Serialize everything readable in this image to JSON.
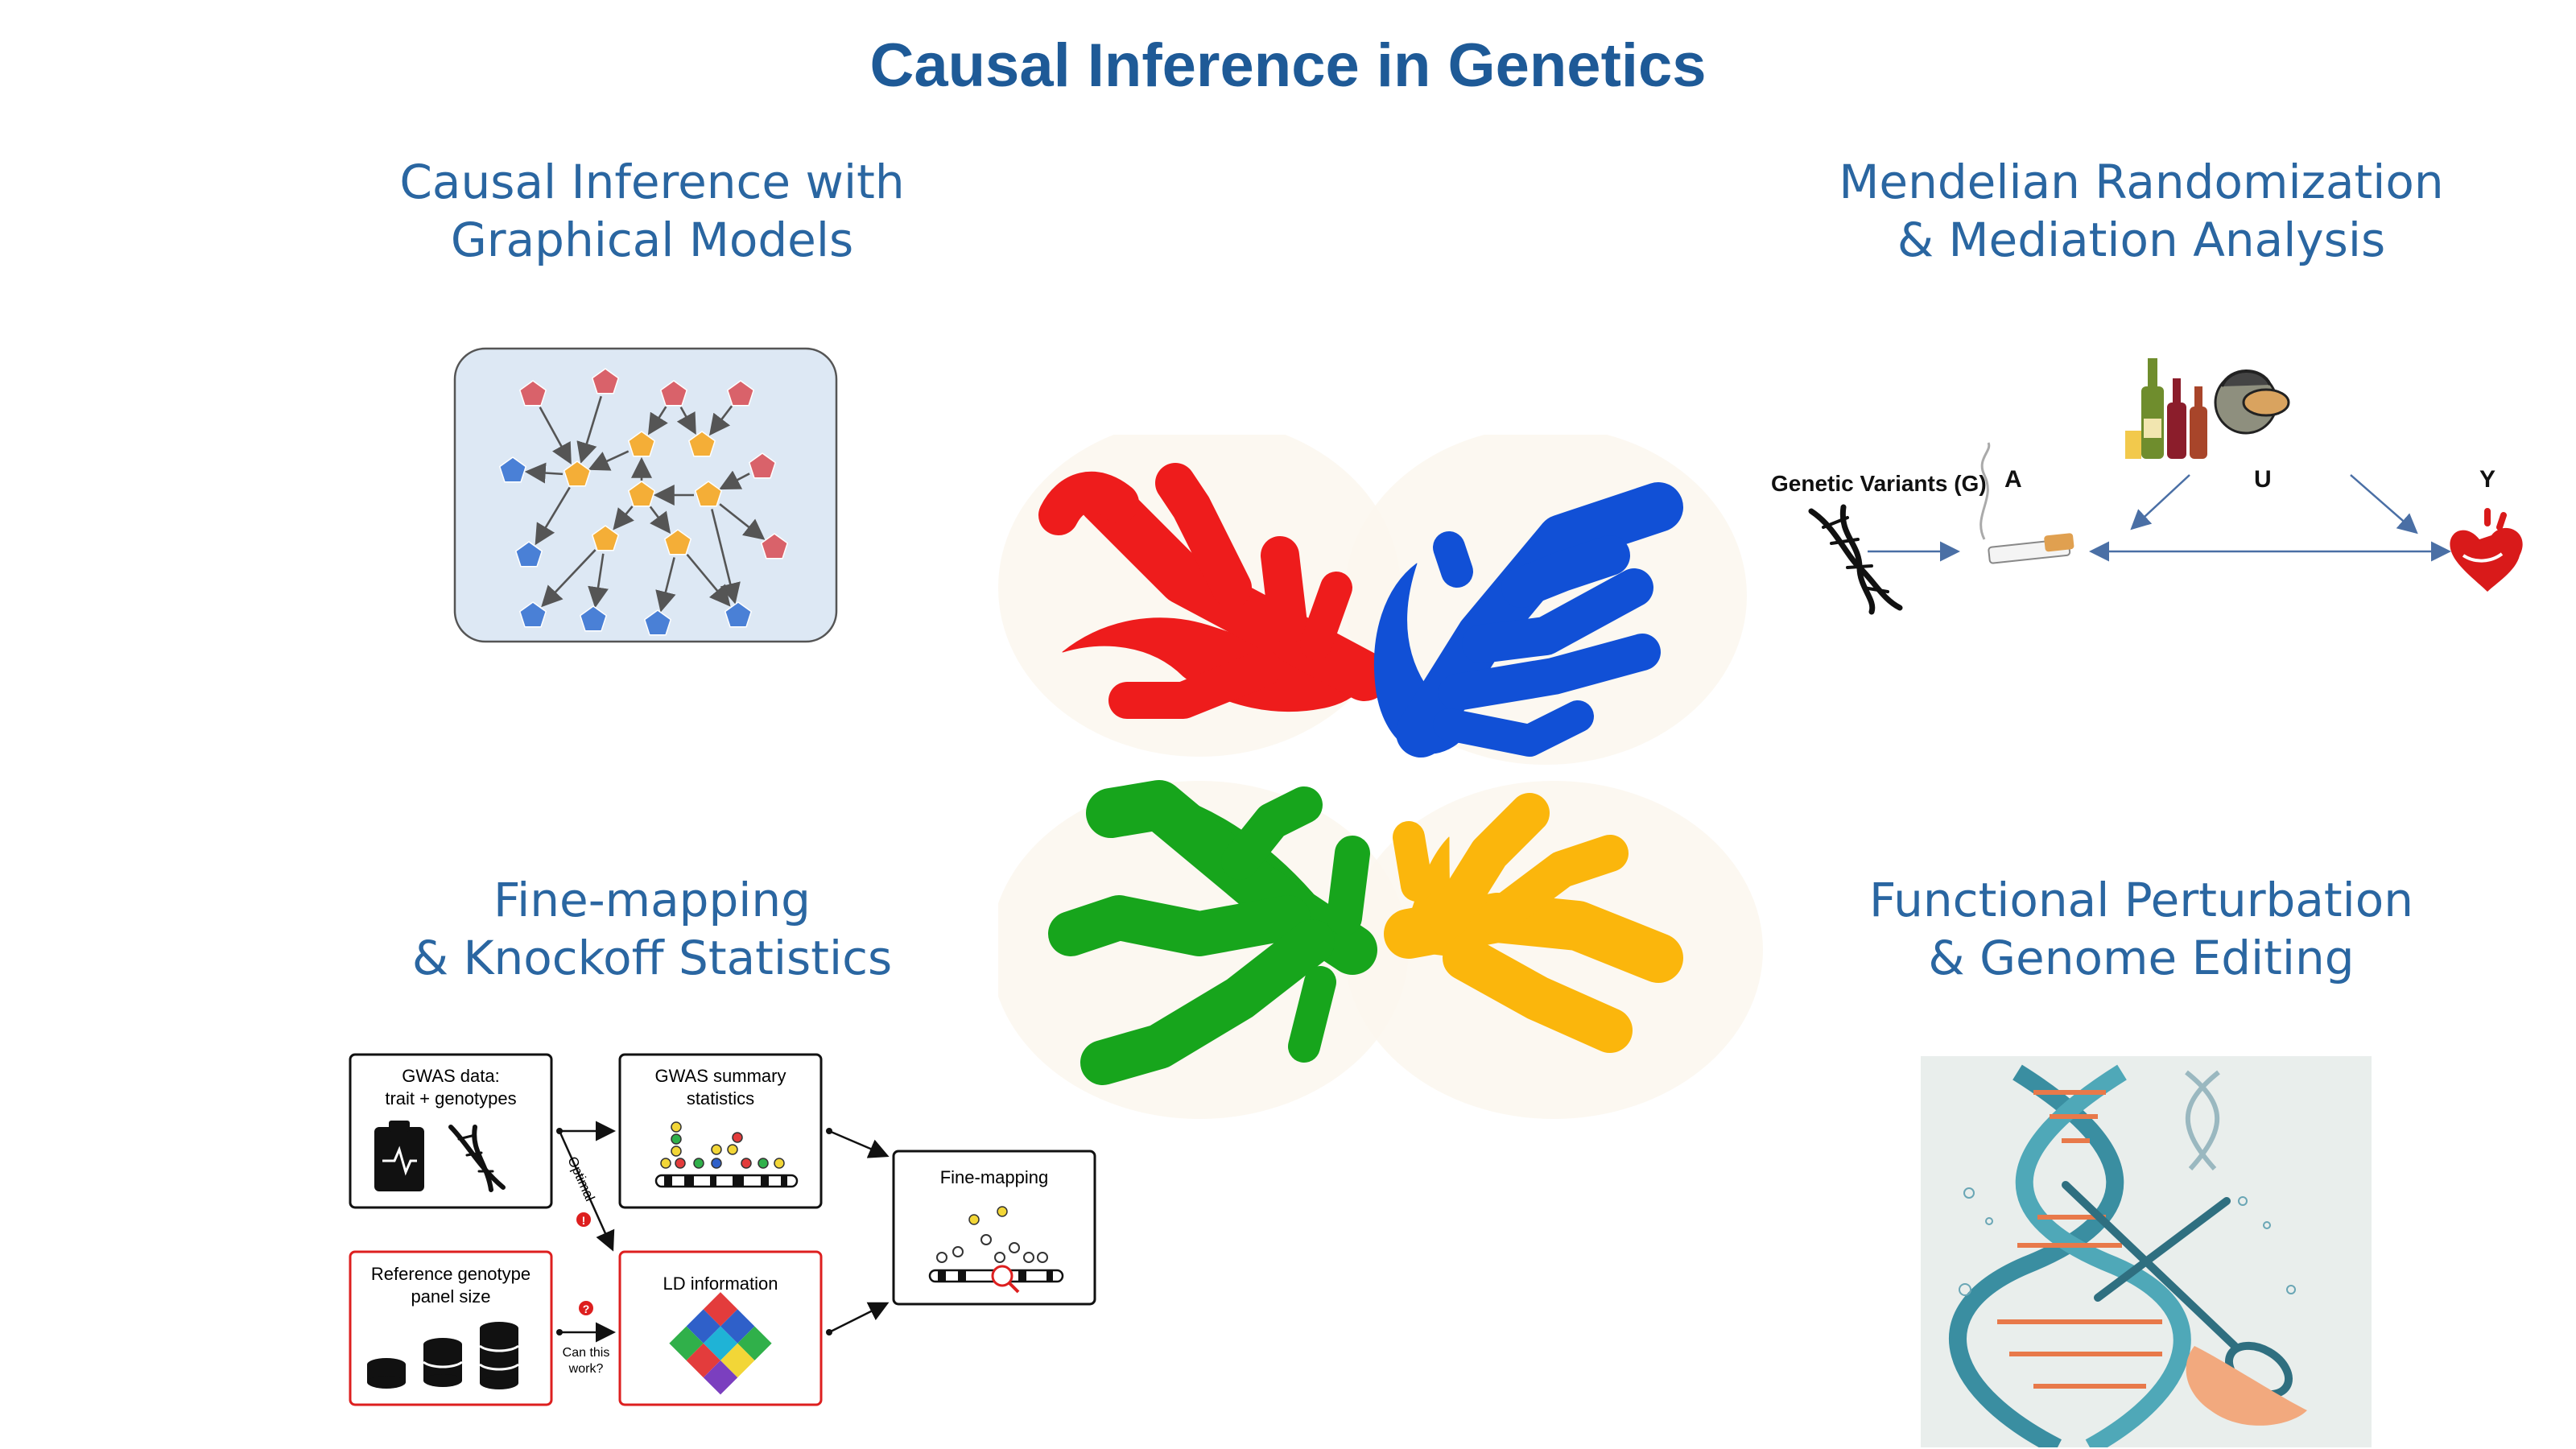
{
  "title": "Causal Inference in Genetics",
  "colors": {
    "title": "#1e5a97",
    "section_title": "#2a66a1",
    "graph_bg": "#dde8f4",
    "node_red": "#d9626a",
    "node_orange": "#f4ae37",
    "node_blue": "#4a80d6",
    "leaf_red": "#ee1c1c",
    "leaf_blue": "#1150d6",
    "leaf_green": "#17a51c",
    "leaf_yellow": "#fbb60c",
    "alert_red": "#dd1f1f"
  },
  "sections": {
    "graphical": {
      "line1": "Causal Inference with",
      "line2": "Graphical Models"
    },
    "mendelian": {
      "line1": "Mendelian Randomization",
      "line2": "& Mediation Analysis"
    },
    "finemap": {
      "line1": "Fine-mapping",
      "line2": "& Knockoff Statistics"
    },
    "perturbation": {
      "line1": "Functional Perturbation",
      "line2": "& Genome Editing"
    }
  },
  "mr_diagram": {
    "genetic_variants": "Genetic Variants (G)",
    "exposure": "A",
    "confounder": "U",
    "outcome": "Y",
    "icons": [
      "dna-icon",
      "cigarette-icon",
      "wine-bottles-icon",
      "drinker-icon",
      "heart-icon"
    ]
  },
  "finemap_flow": {
    "gwas_data_line1": "GWAS data:",
    "gwas_data_line2": "trait + genotypes",
    "gwas_summary_line1": "GWAS summary",
    "gwas_summary_line2": "statistics",
    "finemapping_box": "Fine-mapping",
    "reference_line1": "Reference genotype",
    "reference_line2": "panel size",
    "ld_info": "LD information",
    "optimal": "Optimal",
    "can_this_line1": "Can this",
    "can_this_line2": "work?",
    "alert_mark": "!",
    "question_mark": "?"
  }
}
